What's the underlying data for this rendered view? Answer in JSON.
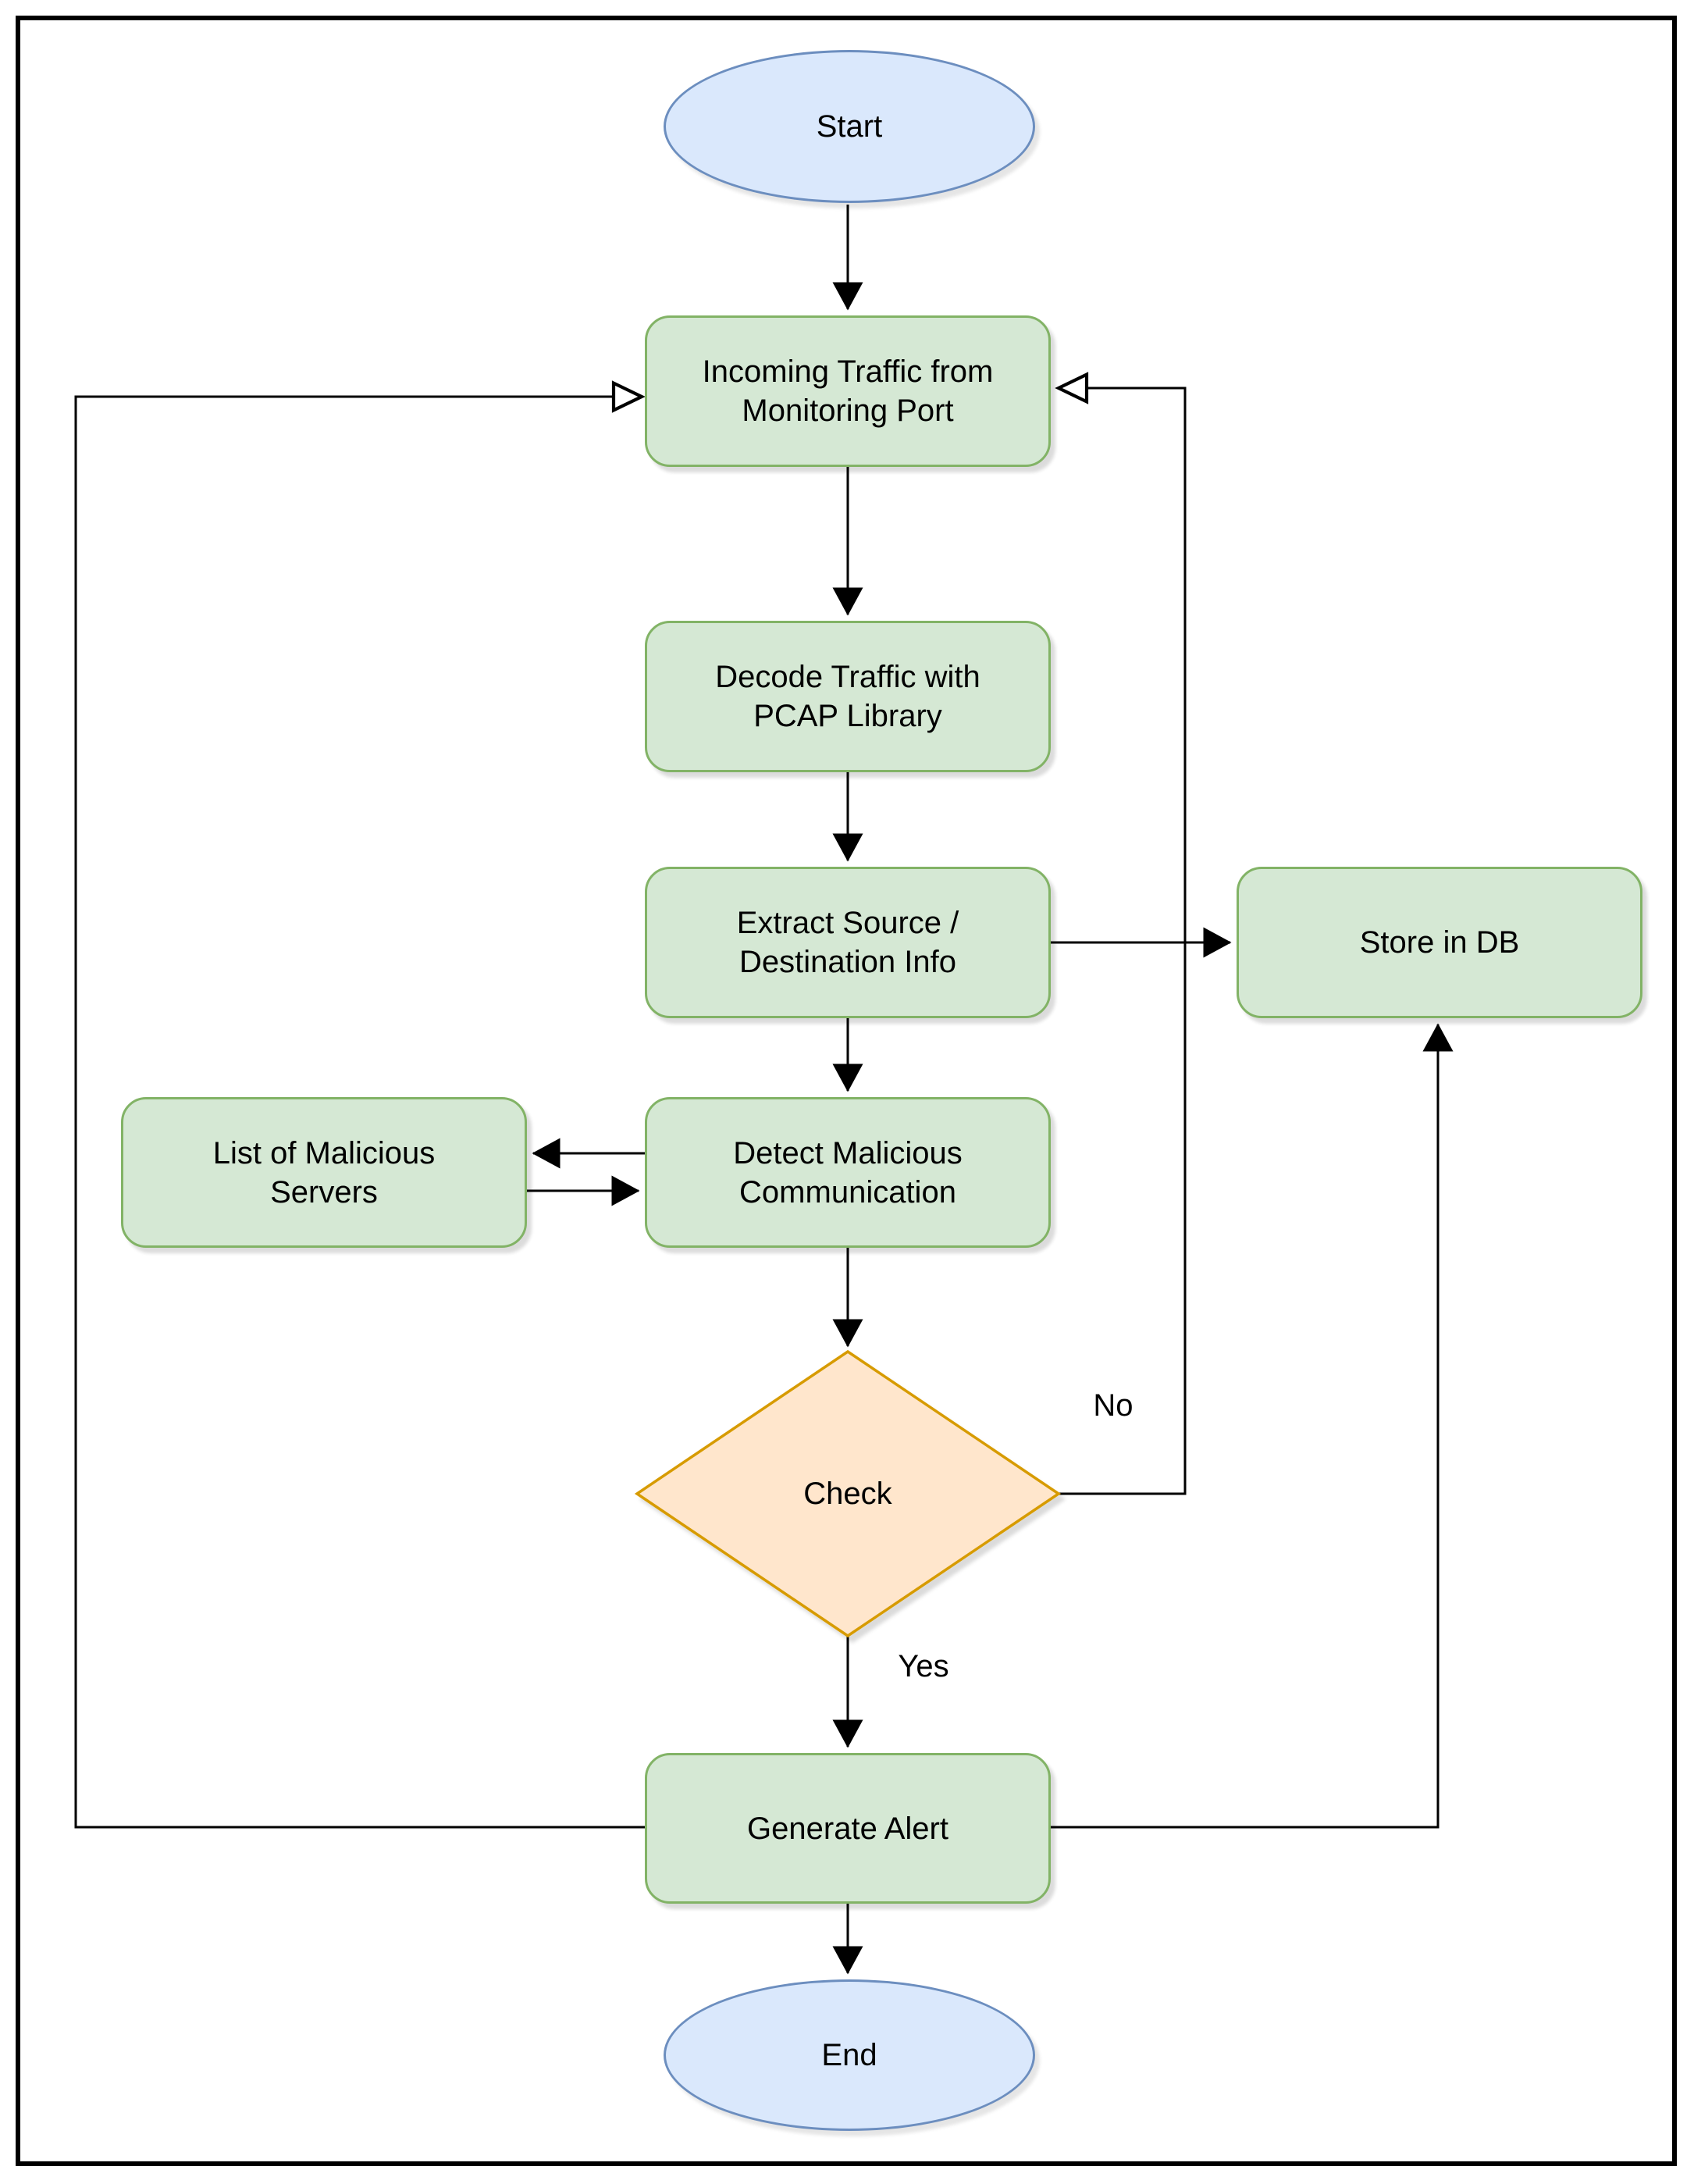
{
  "diagram": {
    "nodes": {
      "start": {
        "label": "Start",
        "shape": "terminal"
      },
      "incoming": {
        "label": "Incoming Traffic from\nMonitoring Port",
        "shape": "process"
      },
      "decode": {
        "label": "Decode Traffic with\nPCAP Library",
        "shape": "process"
      },
      "extract": {
        "label": "Extract Source /\nDestination Info",
        "shape": "process"
      },
      "store": {
        "label": "Store in DB",
        "shape": "process"
      },
      "list": {
        "label": "List of Malicious\nServers",
        "shape": "process"
      },
      "detect": {
        "label": "Detect Malicious\nCommunication",
        "shape": "process"
      },
      "check": {
        "label": "Check",
        "shape": "decision"
      },
      "generate": {
        "label": "Generate Alert",
        "shape": "process"
      },
      "end": {
        "label": "End",
        "shape": "terminal"
      }
    },
    "edge_labels": {
      "no": "No",
      "yes": "Yes"
    },
    "edges": [
      {
        "from": "start",
        "to": "incoming",
        "arrow": "solid",
        "label": ""
      },
      {
        "from": "incoming",
        "to": "decode",
        "arrow": "solid",
        "label": ""
      },
      {
        "from": "decode",
        "to": "extract",
        "arrow": "solid",
        "label": ""
      },
      {
        "from": "extract",
        "to": "detect",
        "arrow": "solid",
        "label": ""
      },
      {
        "from": "extract",
        "to": "store",
        "arrow": "solid",
        "label": ""
      },
      {
        "from": "detect",
        "to": "list",
        "arrow": "solid",
        "label": ""
      },
      {
        "from": "list",
        "to": "detect",
        "arrow": "solid",
        "label": ""
      },
      {
        "from": "detect",
        "to": "check",
        "arrow": "solid",
        "label": ""
      },
      {
        "from": "check",
        "to": "incoming",
        "arrow": "open",
        "label": "No"
      },
      {
        "from": "check",
        "to": "generate",
        "arrow": "solid",
        "label": "Yes"
      },
      {
        "from": "generate",
        "to": "store",
        "arrow": "solid",
        "label": ""
      },
      {
        "from": "generate",
        "to": "incoming",
        "arrow": "open",
        "label": ""
      },
      {
        "from": "generate",
        "to": "end",
        "arrow": "solid",
        "label": ""
      }
    ],
    "colors": {
      "process_fill": "#d5e8d4",
      "process_stroke": "#82b366",
      "terminal_fill": "#dae8fc",
      "terminal_stroke": "#6c8ebf",
      "decision_fill": "#ffe6cc",
      "decision_stroke": "#d79b00",
      "line_color": "#000000",
      "page_bg": "#ffffff",
      "frame_color": "#000000"
    }
  }
}
